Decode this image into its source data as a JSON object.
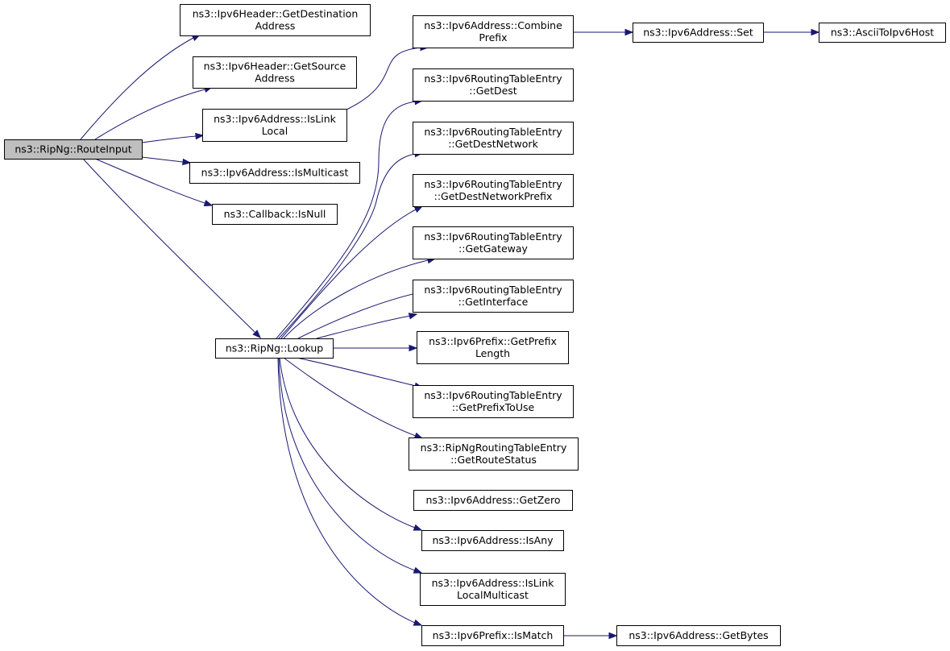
{
  "diagram": {
    "nodes": [
      {
        "id": "route_input",
        "lines": [
          "ns3::RipNg::RouteInput"
        ],
        "highlight": true
      },
      {
        "id": "get_destination",
        "lines": [
          "ns3::Ipv6Header::GetDestination",
          "Address"
        ]
      },
      {
        "id": "get_source",
        "lines": [
          "ns3::Ipv6Header::GetSource",
          "Address"
        ]
      },
      {
        "id": "is_link_local",
        "lines": [
          "ns3::Ipv6Address::IsLink",
          "Local"
        ]
      },
      {
        "id": "is_multicast",
        "lines": [
          "ns3::Ipv6Address::IsMulticast"
        ]
      },
      {
        "id": "is_null",
        "lines": [
          "ns3::Callback::IsNull"
        ]
      },
      {
        "id": "lookup",
        "lines": [
          "ns3::RipNg::Lookup"
        ]
      },
      {
        "id": "combine_prefix",
        "lines": [
          "ns3::Ipv6Address::Combine",
          "Prefix"
        ]
      },
      {
        "id": "set",
        "lines": [
          "ns3::Ipv6Address::Set"
        ]
      },
      {
        "id": "ascii_to_ipv6",
        "lines": [
          "ns3::AsciiToIpv6Host"
        ]
      },
      {
        "id": "get_dest",
        "lines": [
          "ns3::Ipv6RoutingTableEntry",
          "::GetDest"
        ]
      },
      {
        "id": "get_dest_network",
        "lines": [
          "ns3::Ipv6RoutingTableEntry",
          "::GetDestNetwork"
        ]
      },
      {
        "id": "get_dest_network_prefix",
        "lines": [
          "ns3::Ipv6RoutingTableEntry",
          "::GetDestNetworkPrefix"
        ]
      },
      {
        "id": "get_gateway",
        "lines": [
          "ns3::Ipv6RoutingTableEntry",
          "::GetGateway"
        ]
      },
      {
        "id": "get_interface",
        "lines": [
          "ns3::Ipv6RoutingTableEntry",
          "::GetInterface"
        ]
      },
      {
        "id": "get_prefix_length",
        "lines": [
          "ns3::Ipv6Prefix::GetPrefix",
          "Length"
        ]
      },
      {
        "id": "get_prefix_to_use",
        "lines": [
          "ns3::Ipv6RoutingTableEntry",
          "::GetPrefixToUse"
        ]
      },
      {
        "id": "get_route_status",
        "lines": [
          "ns3::RipNgRoutingTableEntry",
          "::GetRouteStatus"
        ]
      },
      {
        "id": "get_zero",
        "lines": [
          "ns3::Ipv6Address::GetZero"
        ]
      },
      {
        "id": "is_any",
        "lines": [
          "ns3::Ipv6Address::IsAny"
        ]
      },
      {
        "id": "is_link_local_multicast",
        "lines": [
          "ns3::Ipv6Address::IsLink",
          "LocalMulticast"
        ]
      },
      {
        "id": "is_match",
        "lines": [
          "ns3::Ipv6Prefix::IsMatch"
        ]
      },
      {
        "id": "get_bytes",
        "lines": [
          "ns3::Ipv6Address::GetBytes"
        ]
      }
    ],
    "edges": [
      {
        "from": "route_input",
        "to": "get_destination"
      },
      {
        "from": "route_input",
        "to": "get_source"
      },
      {
        "from": "route_input",
        "to": "is_link_local"
      },
      {
        "from": "route_input",
        "to": "is_multicast"
      },
      {
        "from": "route_input",
        "to": "is_null"
      },
      {
        "from": "route_input",
        "to": "lookup"
      },
      {
        "from": "is_link_local",
        "to": "combine_prefix"
      },
      {
        "from": "combine_prefix",
        "to": "set"
      },
      {
        "from": "set",
        "to": "ascii_to_ipv6"
      },
      {
        "from": "lookup",
        "to": "get_dest"
      },
      {
        "from": "lookup",
        "to": "get_dest_network"
      },
      {
        "from": "lookup",
        "to": "get_dest_network_prefix"
      },
      {
        "from": "lookup",
        "to": "get_gateway"
      },
      {
        "from": "lookup",
        "to": "get_interface"
      },
      {
        "from": "lookup",
        "to": "get_prefix_length"
      },
      {
        "from": "lookup",
        "to": "get_prefix_to_use"
      },
      {
        "from": "lookup",
        "to": "get_route_status"
      },
      {
        "from": "lookup",
        "to": "get_zero"
      },
      {
        "from": "lookup",
        "to": "is_any"
      },
      {
        "from": "lookup",
        "to": "is_link_local_multicast"
      },
      {
        "from": "lookup",
        "to": "is_match"
      },
      {
        "from": "is_match",
        "to": "get_bytes"
      }
    ],
    "colors": {
      "edge": "#191970",
      "node_fill": "#ffffff",
      "highlight_fill": "#bfbfbf",
      "border": "#000000"
    }
  }
}
